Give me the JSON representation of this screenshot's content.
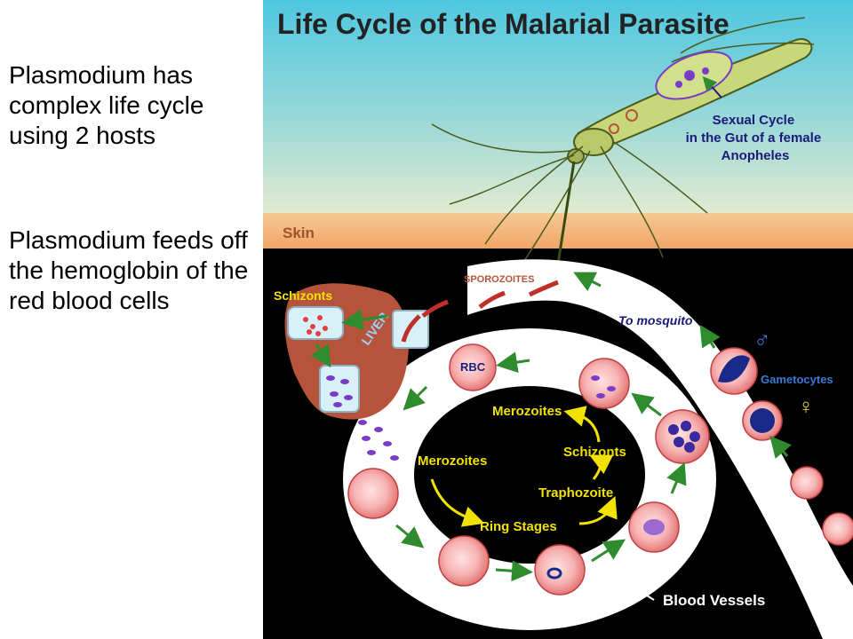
{
  "slide": {
    "bullet_1": "Plasmodium has complex life cycle using 2 hosts",
    "bullet_2": "Plasmodium feeds off the hemoglobin of the red blood cells"
  },
  "diagram": {
    "title": "Life Cycle of the Malarial Parasite",
    "sexual_cycle": [
      "Sexual Cycle",
      "in the Gut of a female",
      "Anopheles"
    ],
    "skin": "Skin",
    "sporozoites": "SPOROZOITES",
    "schizonts_liver": "Schizonts",
    "liver": "LIVER",
    "to_mosquito": "To mosquito",
    "male_symbol": "♂",
    "gametocytes": "Gametocytes",
    "female_symbol": "♀",
    "rbc": "RBC",
    "merozoites_top": "Merozoites",
    "schizonts_ring": "Schizonts",
    "merozoites_left": "Merozoites",
    "traphozoite": "Traphozoite",
    "ring_stages": "Ring Stages",
    "blood_vessels": "Blood Vessels"
  },
  "colors": {
    "sky_top": "#4fc7e0",
    "sky_bottom": "#d8e9cf",
    "skin": "#f4b87a",
    "tissue": "#000000",
    "liver": "#b5543b",
    "vessel": "#ffffff",
    "rbc_fill": "#f4a0a0",
    "arrow_green": "#2e8b2e",
    "arrow_yellow": "#f2e200",
    "parasite": "#7a3cc8",
    "title_text": "#222222",
    "label_navy": "#1a1a7a"
  }
}
